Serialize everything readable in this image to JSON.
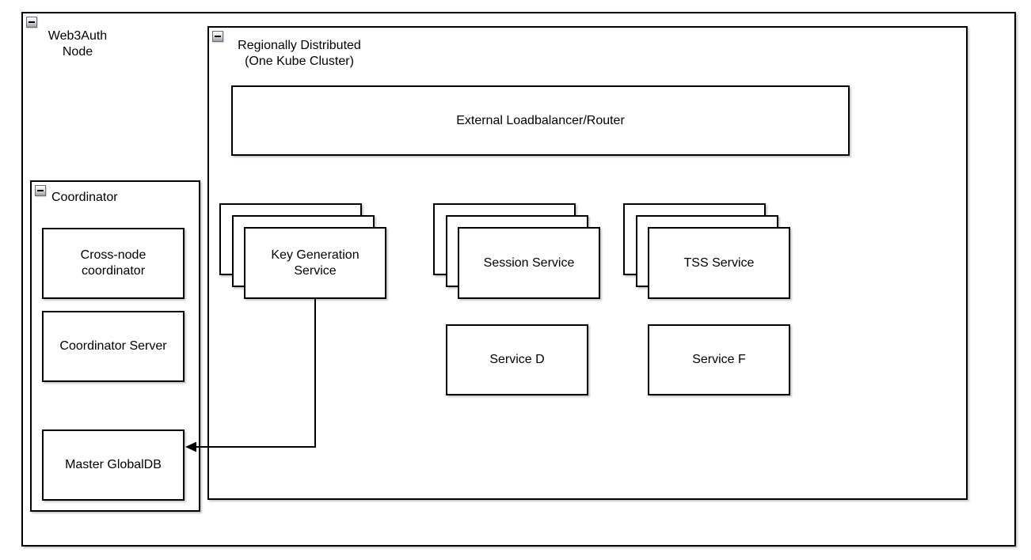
{
  "diagram": {
    "containers": {
      "web3auth_node": {
        "label_line1": "Web3Auth",
        "label_line2": "Node"
      },
      "regional_cluster": {
        "label_line1": "Regionally Distributed",
        "label_line2": "(One Kube Cluster)"
      },
      "coordinator": {
        "label": "Coordinator"
      }
    },
    "nodes": {
      "loadbalancer": "External Loadbalancer/Router",
      "key_generation_service": "Key Generation Service",
      "session_service": "Session Service",
      "tss_service": "TSS Service",
      "service_d": "Service D",
      "service_f": "Service F",
      "cross_node_coordinator": "Cross-node coordinator",
      "coordinator_server": "Coordinator Server",
      "master_globaldb": "Master GlobalDB"
    },
    "edges": [
      {
        "from": "key_generation_service",
        "to": "master_globaldb",
        "arrowhead": "left"
      }
    ],
    "icons": {
      "collapse": "minus"
    },
    "colors": {
      "stroke": "#000000",
      "fill": "#ffffff"
    }
  }
}
